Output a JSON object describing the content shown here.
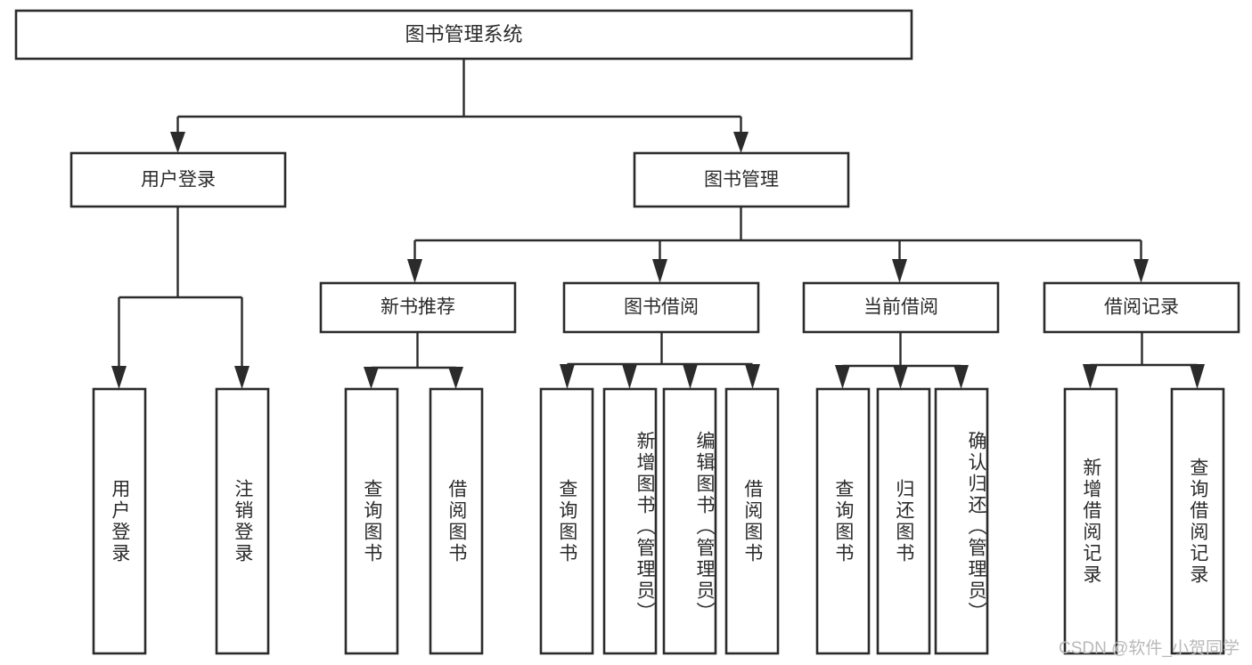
{
  "diagram": {
    "type": "tree",
    "title_text": "图书管理系统",
    "orientation": "top-down",
    "stroke_color": "#2b2b2b",
    "box_fill": "#ffffff",
    "background": "#ffffff",
    "nodes": {
      "root": {
        "label": "图书管理系统",
        "level": 0
      },
      "l1_a": {
        "label": "用户登录",
        "level": 1
      },
      "l1_b": {
        "label": "图书管理",
        "level": 1
      },
      "l2_a": {
        "label": "新书推荐",
        "level": 2
      },
      "l2_b": {
        "label": "图书借阅",
        "level": 2
      },
      "l2_c": {
        "label": "当前借阅",
        "level": 2
      },
      "l2_d": {
        "label": "借阅记录",
        "level": 2
      },
      "leaf_1": {
        "label": "用户登录",
        "level": 3,
        "parent": "用户登录"
      },
      "leaf_2": {
        "label": "注销登录",
        "level": 3,
        "parent": "用户登录"
      },
      "leaf_3": {
        "label": "查询图书",
        "level": 3,
        "parent": "新书推荐"
      },
      "leaf_4": {
        "label": "借阅图书",
        "level": 3,
        "parent": "新书推荐"
      },
      "leaf_5": {
        "label": "查询图书",
        "level": 3,
        "parent": "图书借阅"
      },
      "leaf_6": {
        "label": "新增图书（管理员）",
        "level": 3,
        "parent": "图书借阅"
      },
      "leaf_7": {
        "label": "编辑图书（管理员）",
        "level": 3,
        "parent": "图书借阅"
      },
      "leaf_8": {
        "label": "借阅图书",
        "level": 3,
        "parent": "图书借阅"
      },
      "leaf_9": {
        "label": "查询图书",
        "level": 3,
        "parent": "当前借阅"
      },
      "leaf_10": {
        "label": "归还图书",
        "level": 3,
        "parent": "当前借阅"
      },
      "leaf_11": {
        "label": "确认归还（管理员）",
        "level": 3,
        "parent": "当前借阅"
      },
      "leaf_12": {
        "label": "新增借阅记录",
        "level": 3,
        "parent": "借阅记录"
      },
      "leaf_13": {
        "label": "查询借阅记录",
        "level": 3,
        "parent": "借阅记录"
      }
    },
    "edges": [
      {
        "from": "root",
        "to": "用户登录"
      },
      {
        "from": "root",
        "to": "图书管理"
      },
      {
        "from": "图书管理",
        "to": "新书推荐"
      },
      {
        "from": "图书管理",
        "to": "图书借阅"
      },
      {
        "from": "图书管理",
        "to": "当前借阅"
      },
      {
        "from": "图书管理",
        "to": "借阅记录"
      },
      {
        "from": "用户登录",
        "to": "用户登录(叶)"
      },
      {
        "from": "用户登录",
        "to": "注销登录"
      },
      {
        "from": "新书推荐",
        "to": "查询图书"
      },
      {
        "from": "新书推荐",
        "to": "借阅图书"
      },
      {
        "from": "图书借阅",
        "to": "查询图书"
      },
      {
        "from": "图书借阅",
        "to": "新增图书（管理员）"
      },
      {
        "from": "图书借阅",
        "to": "编辑图书（管理员）"
      },
      {
        "from": "图书借阅",
        "to": "借阅图书"
      },
      {
        "from": "当前借阅",
        "to": "查询图书"
      },
      {
        "from": "当前借阅",
        "to": "归还图书"
      },
      {
        "from": "当前借阅",
        "to": "确认归还（管理员）"
      },
      {
        "from": "借阅记录",
        "to": "新增借阅记录"
      },
      {
        "from": "借阅记录",
        "to": "查询借阅记录"
      }
    ]
  },
  "watermark": {
    "text": "CSDN @软件_小贺同学"
  }
}
